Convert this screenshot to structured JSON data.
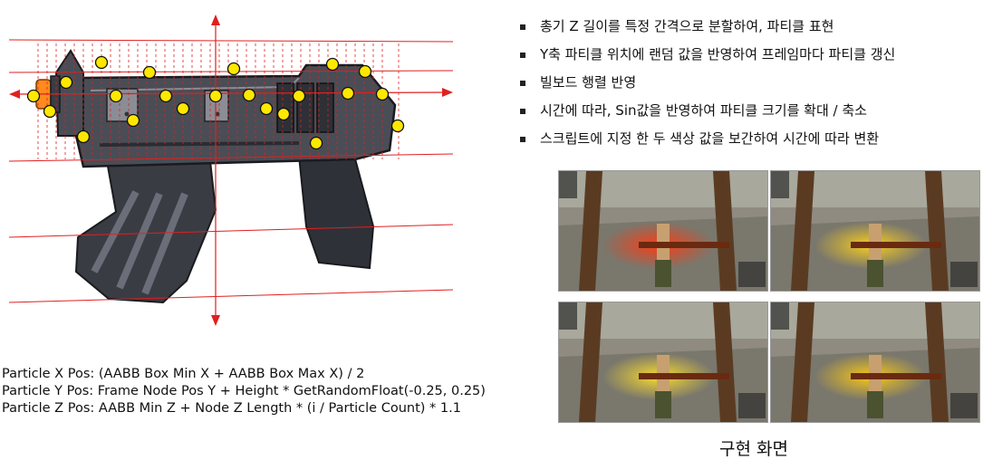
{
  "bullets": [
    "총기 Z 길이를 특정 간격으로 분할하여, 파티클 표현",
    "Y축 파티클 위치에 랜덤 값을 반영하여 프레임마다 파티클 갱신",
    "빌보드 행렬 반영",
    "시간에 따라, Sin값을 반영하여 파티클 크기를 확대 / 축소",
    "스크립트에 지정 한 두 색상 값을 보간하여 시간에 따라 변환"
  ],
  "formulas": [
    "Particle X Pos: (AABB Box Min X + AABB Box Max X) / 2",
    "Particle Y Pos: Frame Node Pos Y + Height * GetRandomFloat(-0.25, 0.25)",
    "Particle Z Pos: AABB Min Z + Node Z Length * (i / Particle Count) * 1.1"
  ],
  "caption": "구현 화면",
  "screenshots": [
    {
      "glow": "#ff3a10"
    },
    {
      "glow": "#ffd21a"
    },
    {
      "glow": "#ffe02a"
    },
    {
      "glow": "#ffcc10"
    }
  ],
  "colors": {
    "particle": "#ffe800",
    "particle_edge": "#111111",
    "guide": "#e02020",
    "muzzle": "#ff8a1e",
    "gun": "#4a4d55"
  }
}
